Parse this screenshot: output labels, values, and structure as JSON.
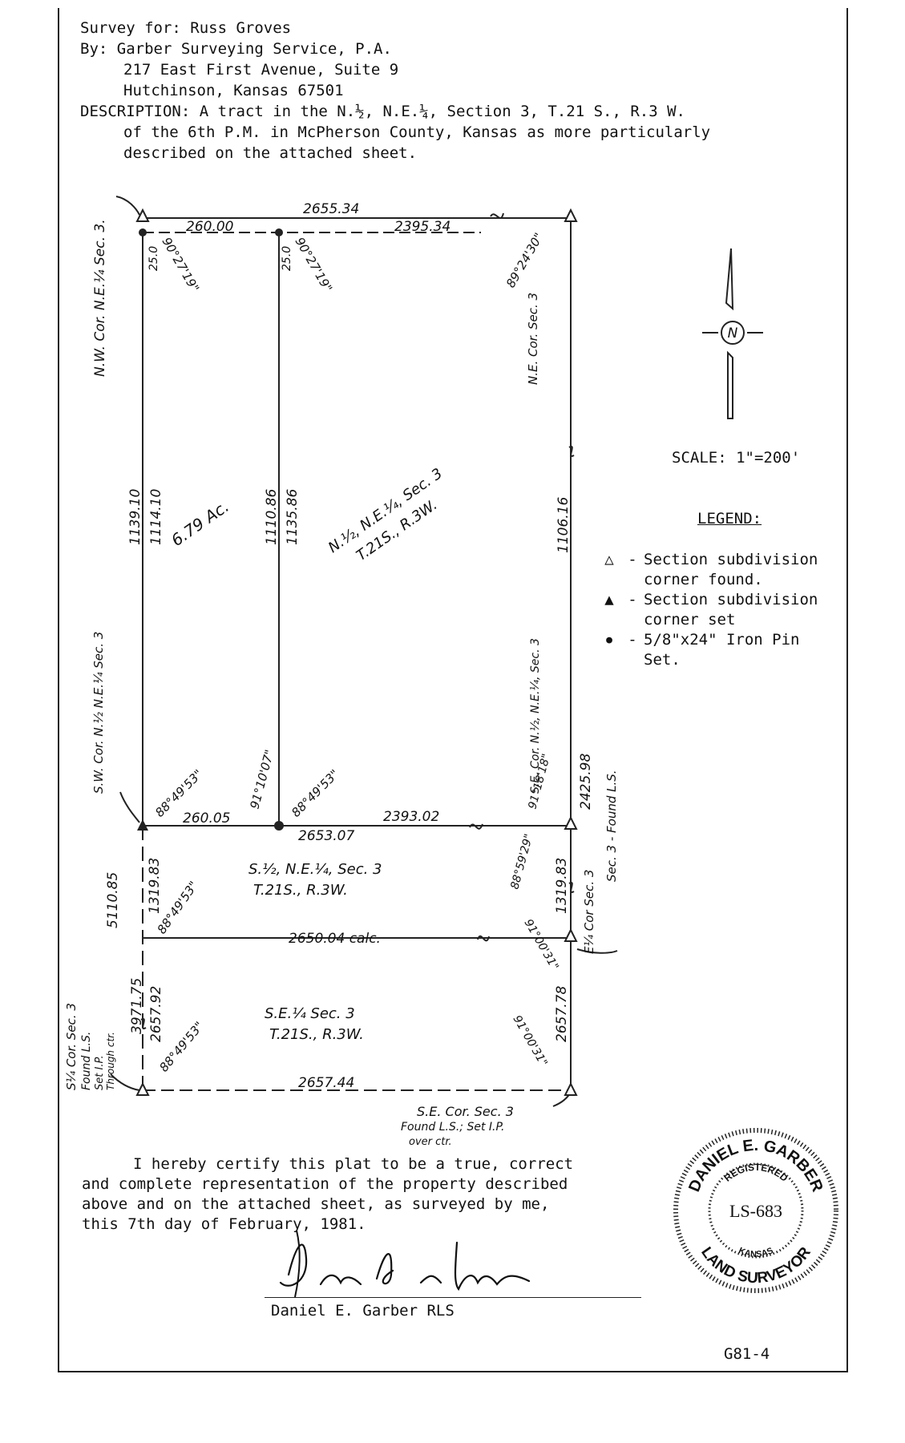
{
  "header": {
    "line1": "Survey for: Russ Groves",
    "line2": "By: Garber Surveying Service, P.A.",
    "line3": "217 East First Avenue, Suite 9",
    "line4": "Hutchinson, Kansas  67501",
    "line5": "DESCRIPTION: A tract in the N.½, N.E.¼, Section 3, T.21 S., R.3 W.",
    "line6": "of the 6th P.M. in McPherson County, Kansas as more particularly",
    "line7": "described on the attached sheet."
  },
  "plat": {
    "top_total": "2655.34",
    "top_left": "260.00",
    "top_right": "2395.34",
    "nw_corner": "N.W. Cor. N.E.¼ Sec. 3.",
    "ne_corner": "N.E. Cor. Sec. 3",
    "angle_top_left": "90°27'19\"",
    "angle_top_mid": "90°27'19\"",
    "angle_ne": "89°24'30\"",
    "off_25_left": "25.0",
    "off_25_mid": "25.0",
    "left_1139": "1139.10",
    "left_1114": "1114.10",
    "mid_1110": "1110.86",
    "mid_1135": "1135.86",
    "acreage": "6.79 Ac.",
    "north_half_a": "N.½, N.E.¼, Sec. 3",
    "north_half_b": "T.21S., R.3W.",
    "right_1106": "1106.16",
    "sw_corner": "S.W. Cor. N.½ N.E.¼ Sec. 3",
    "se_corner_half": "S.E. Cor. N.½, N.E.¼, Sec. 3",
    "right_2425": "2425.98",
    "found_ls": "Sec. 3 - Found L.S.",
    "angle_sw": "88°49'53\"",
    "angle_mid_bottom_a": "91°10'07\"",
    "angle_mid_bottom_b": "88°49'53\"",
    "angle_se_a": "91°18'18\"",
    "bot_left": "260.05",
    "bot_total": "2653.07",
    "bot_right": "2393.02",
    "south_half_a": "S.½, N.E.¼, Sec. 3",
    "south_half_b": "T.21S., R.3W.",
    "left_5110": "5110.85",
    "left_1319": "1319.83",
    "angle_sh_left": "88°49'53\"",
    "right_1319": "1319.83",
    "angle_sh_right_a": "88°59'29\"",
    "angle_sh_right_b": "91°00'31\"",
    "quarter_line": "2650.04 calc.",
    "e_quarter": "E¼ Cor Sec. 3",
    "left_3971": "3971.75",
    "left_2657": "2657.92",
    "se_quarter_a": "S.E.¼ Sec. 3",
    "se_quarter_b": "T.21S., R.3W.",
    "angle_se_left": "88°49'53\"",
    "right_2657": "2657.78",
    "angle_se_right": "91°00'31\"",
    "bottom_total": "2657.44",
    "s_quarter_a": "S¼ Cor. Sec. 3",
    "s_quarter_b": "Found L.S.",
    "s_quarter_c": "Set I.P.",
    "s_quarter_d": "Through ctr.",
    "se_sec_a": "S.E. Cor. Sec. 3",
    "se_sec_b": "Found L.S.; Set I.P.",
    "se_sec_c": "over ctr."
  },
  "north_arrow": {
    "letter": "N"
  },
  "scale": "SCALE: 1\"=200'",
  "legend": {
    "title": "LEGEND:",
    "items": [
      {
        "symbol": "△",
        "text": "Section subdivision\ncorner found."
      },
      {
        "symbol": "▲",
        "text": "Section subdivision\ncorner set"
      },
      {
        "symbol": "●",
        "text": "5/8\"x24\" Iron Pin\nSet."
      }
    ]
  },
  "certification": {
    "line1": "I hereby certify this plat to be a true, correct",
    "line2": "and complete representation of the property described",
    "line3": "above and on the attached sheet, as surveyed by me,",
    "line4": "this 7th day of February, 1981."
  },
  "signature_name": "Daniel E. Garber  RLS",
  "seal": {
    "top": "DANIEL E. GARBER",
    "registered": "REGISTERED",
    "license": "LS-683",
    "state": "KANSAS",
    "bottom": "LAND SURVEYOR"
  },
  "doc_id": "G81-4"
}
